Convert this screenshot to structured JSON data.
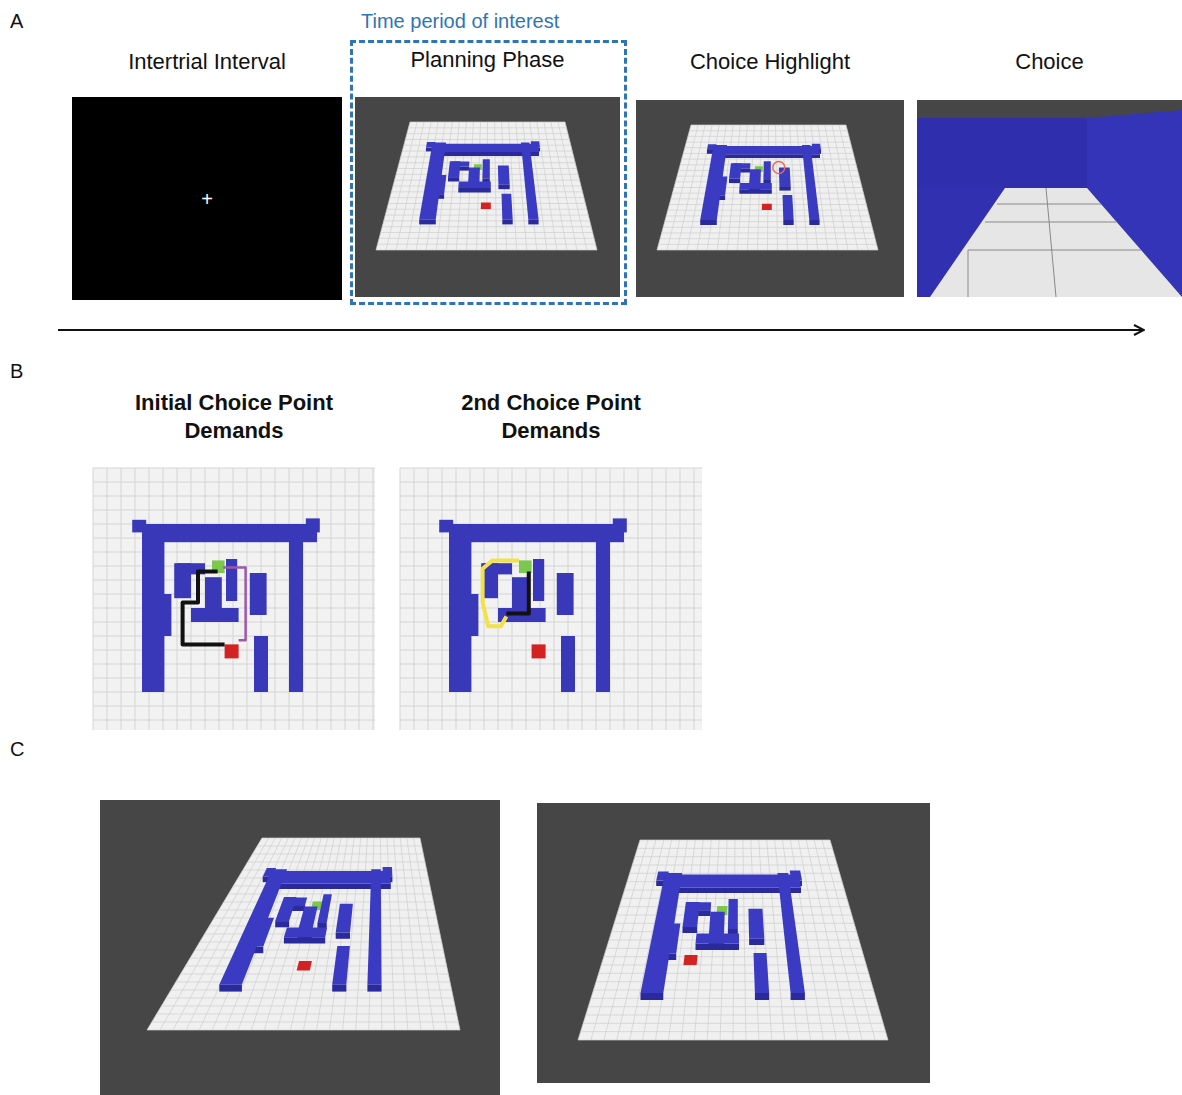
{
  "diagram": {
    "nodes": [
      {
        "text": [
          "Intertrial Interval",
          "+"
        ]
      },
      {
        "text": [
          "Time period of interest"
        ]
      },
      {
        "text": [
          "Planning Phase"
        ],
        "in": 1
      },
      {
        "text": [
          "Choice Highlight"
        ]
      },
      {
        "text": [
          "Choice"
        ]
      },
      {
        "text": [
          "Initial Choice Point Demands"
        ]
      },
      {
        "text": [
          "2nd Choice Point Demands"
        ]
      }
    ],
    "labels": [
      "A",
      "B",
      "C"
    ]
  }
}
